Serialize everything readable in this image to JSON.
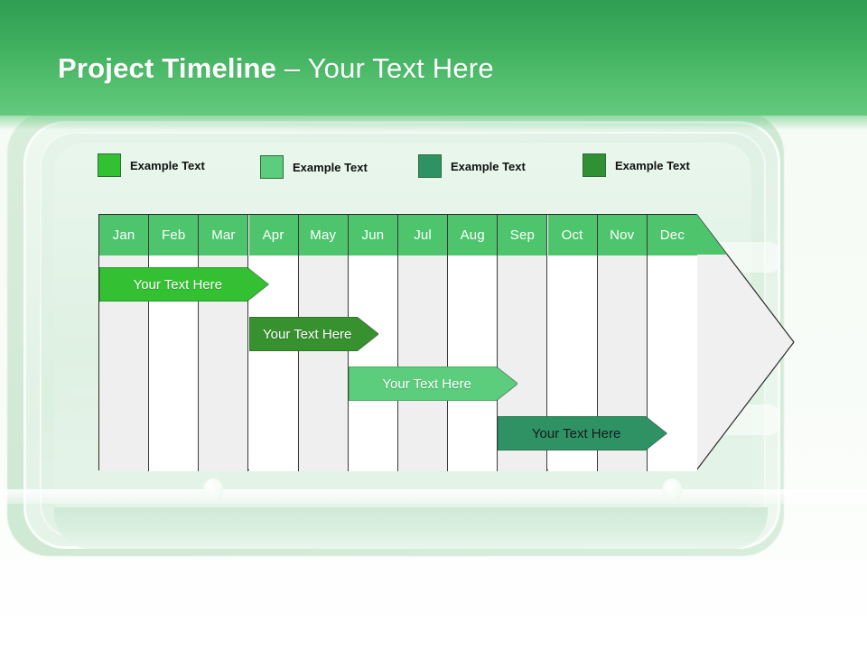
{
  "slide": {
    "title_bold": "Project Timeline ",
    "title_rest": "– Your Text Here"
  },
  "legend": {
    "items": [
      {
        "label": "Example Text",
        "color": "#33c033"
      },
      {
        "label": "Example Text",
        "color": "#5bcd7c"
      },
      {
        "label": "Example Text",
        "color": "#2e9265"
      },
      {
        "label": "Example Text",
        "color": "#2f9133"
      }
    ]
  },
  "chart_data": {
    "type": "bar",
    "title": "Project Timeline – Your Text Here",
    "xlabel": "",
    "ylabel": "",
    "categories": [
      "Jan",
      "Feb",
      "Mar",
      "Apr",
      "May",
      "Jun",
      "Jul",
      "Aug",
      "Sep",
      "Oct",
      "Nov",
      "Dec"
    ],
    "header_color": "#4ec56d",
    "header_text_color": "#ffffff",
    "column_shade_color": "#efefef",
    "column_plain_color": "#ffffff",
    "grid": true,
    "legend_position": "top",
    "series": [
      {
        "name": "Your  Text Here",
        "label": "Your  Text Here",
        "start_month": "Jan",
        "end_month": "Apr",
        "start_index": 0,
        "end_index": 3.4,
        "row": 1,
        "color": "#33c033",
        "text_color": "#ffffff"
      },
      {
        "name": "Your  Text Here",
        "label": "Your  Text Here",
        "start_month": "Apr",
        "end_month": "Jun",
        "start_index": 3.0,
        "end_index": 5.6,
        "row": 2,
        "color": "#37912f",
        "text_color": "#ffffff"
      },
      {
        "name": "Your  Text Here",
        "label": "Your  Text Here",
        "start_month": "Jun",
        "end_month": "Sep",
        "start_index": 5.0,
        "end_index": 8.4,
        "row": 3,
        "color": "#5bcd7c",
        "text_color": "#ffffff"
      },
      {
        "name": "Your  Text Here",
        "label": "Your  Text Here",
        "start_month": "Sep",
        "end_month": "Dec",
        "start_index": 8.0,
        "end_index": 11.4,
        "row": 4,
        "color": "#2e9265",
        "text_color": "#1a1a1a"
      }
    ]
  }
}
